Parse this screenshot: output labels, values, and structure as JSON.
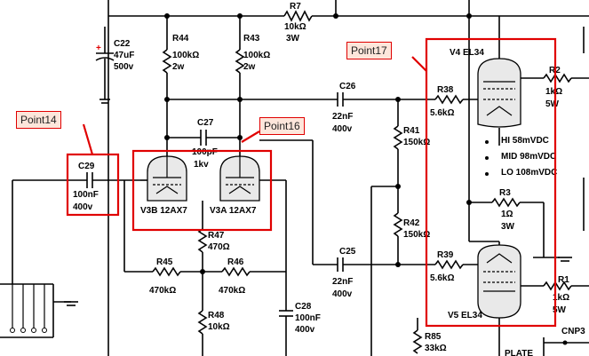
{
  "callouts": {
    "point14": "Point14",
    "point16": "Point16",
    "point17": "Point17"
  },
  "components": {
    "r7": {
      "ref": "R7",
      "value": "10kΩ",
      "rating": "3W"
    },
    "c22": {
      "ref": "C22",
      "value": "47uF",
      "rating": "500v"
    },
    "r44": {
      "ref": "R44",
      "value": "100kΩ",
      "rating": "2w"
    },
    "r43": {
      "ref": "R43",
      "value": "100kΩ",
      "rating": "2w"
    },
    "c27": {
      "ref": "C27",
      "value": "100pF",
      "rating": "1kv"
    },
    "c26": {
      "ref": "C26",
      "value": "22nF",
      "rating": "400v"
    },
    "c29": {
      "ref": "C29",
      "value": "100nF",
      "rating": "400v"
    },
    "v3b": {
      "ref": "V3B 12AX7"
    },
    "v3a": {
      "ref": "V3A 12AX7"
    },
    "r47": {
      "ref": "R47",
      "value": "470Ω"
    },
    "r45": {
      "ref": "R45",
      "value": "470kΩ"
    },
    "r46": {
      "ref": "R46",
      "value": "470kΩ"
    },
    "r48": {
      "ref": "R48",
      "value": "10kΩ"
    },
    "c28": {
      "ref": "C28",
      "value": "100nF",
      "rating": "400v"
    },
    "r41": {
      "ref": "R41",
      "value": "150kΩ"
    },
    "r42": {
      "ref": "R42",
      "value": "150kΩ"
    },
    "c25": {
      "ref": "C25",
      "value": "22nF",
      "rating": "400v"
    },
    "r38": {
      "ref": "R38",
      "value": "5.6kΩ"
    },
    "r39": {
      "ref": "R39",
      "value": "5.6kΩ"
    },
    "v4": {
      "ref": "V4 EL34"
    },
    "v5": {
      "ref": "V5 EL34"
    },
    "r2": {
      "ref": "R2",
      "value": "1kΩ",
      "rating": "5W"
    },
    "r3": {
      "ref": "R3",
      "value": "1Ω",
      "rating": "3W"
    },
    "r1": {
      "ref": "R1",
      "value": "1kΩ",
      "rating": "5W"
    },
    "r85": {
      "ref": "R85",
      "value": "33kΩ"
    },
    "cnp3": {
      "ref": "CNP3"
    },
    "plate": {
      "ref": "PLATE"
    }
  },
  "bias_notes": [
    "HI 58mVDC",
    "MID 98mVDC",
    "LO 108mVDC"
  ],
  "polarity_mark": "+"
}
